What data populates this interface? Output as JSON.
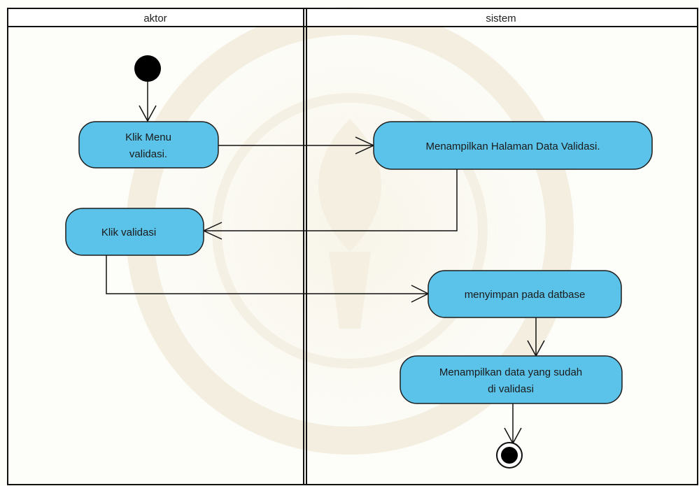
{
  "diagram": {
    "colors": {
      "activity_fill": "#5bc3e9",
      "activity_stroke": "#1d1d1d",
      "line": "#111111",
      "background": "#fdfdf9",
      "header_fill": "#ffffff"
    },
    "lanes": {
      "actor_label": "aktor",
      "system_label": "sistem"
    },
    "activities": {
      "klik_menu": {
        "line1": "Klik Menu",
        "line2": "validasi."
      },
      "tampil_halaman": {
        "text": "Menampilkan Halaman Data Validasi."
      },
      "klik_validasi": {
        "text": "Klik validasi"
      },
      "simpan": {
        "text": "menyimpan pada datbase"
      },
      "tampil_data": {
        "line1": "Menampilkan data yang sudah",
        "line2": "di validasi"
      }
    }
  }
}
